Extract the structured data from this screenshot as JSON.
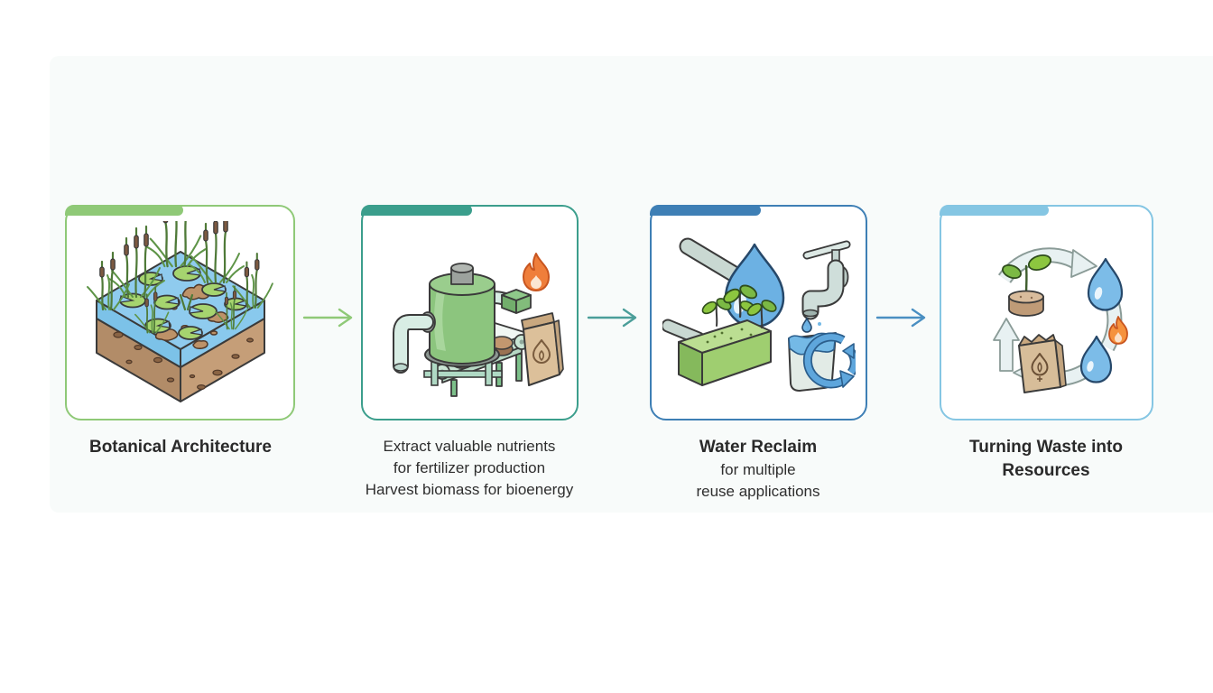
{
  "figure": {
    "background": "#ffffff",
    "panel_tint": "#f8fbfa"
  },
  "steps": [
    {
      "heading": "Botanical Architecture",
      "lines": [],
      "accent": "#8FC977",
      "illustration": "constructed-wetland-icon"
    },
    {
      "heading": "",
      "lines": [
        "Extract valuable nutrients",
        "for fertilizer production",
        "Harvest biomass for bioenergy"
      ],
      "accent": "#3B9E8C",
      "illustration": "nutrient-extraction-machine-icon"
    },
    {
      "heading": "Water Reclaim",
      "lines": [
        "for multiple",
        "reuse applications"
      ],
      "accent": "#3E7FB5",
      "illustration": "water-reuse-icon"
    },
    {
      "heading": "Turning Waste into Resources",
      "lines": [],
      "accent": "#85C6E3",
      "illustration": "resource-cycle-icon"
    }
  ],
  "connectors": [
    {
      "color": "#8FC977"
    },
    {
      "color": "#4B9E99"
    },
    {
      "color": "#4A8FC2"
    }
  ]
}
